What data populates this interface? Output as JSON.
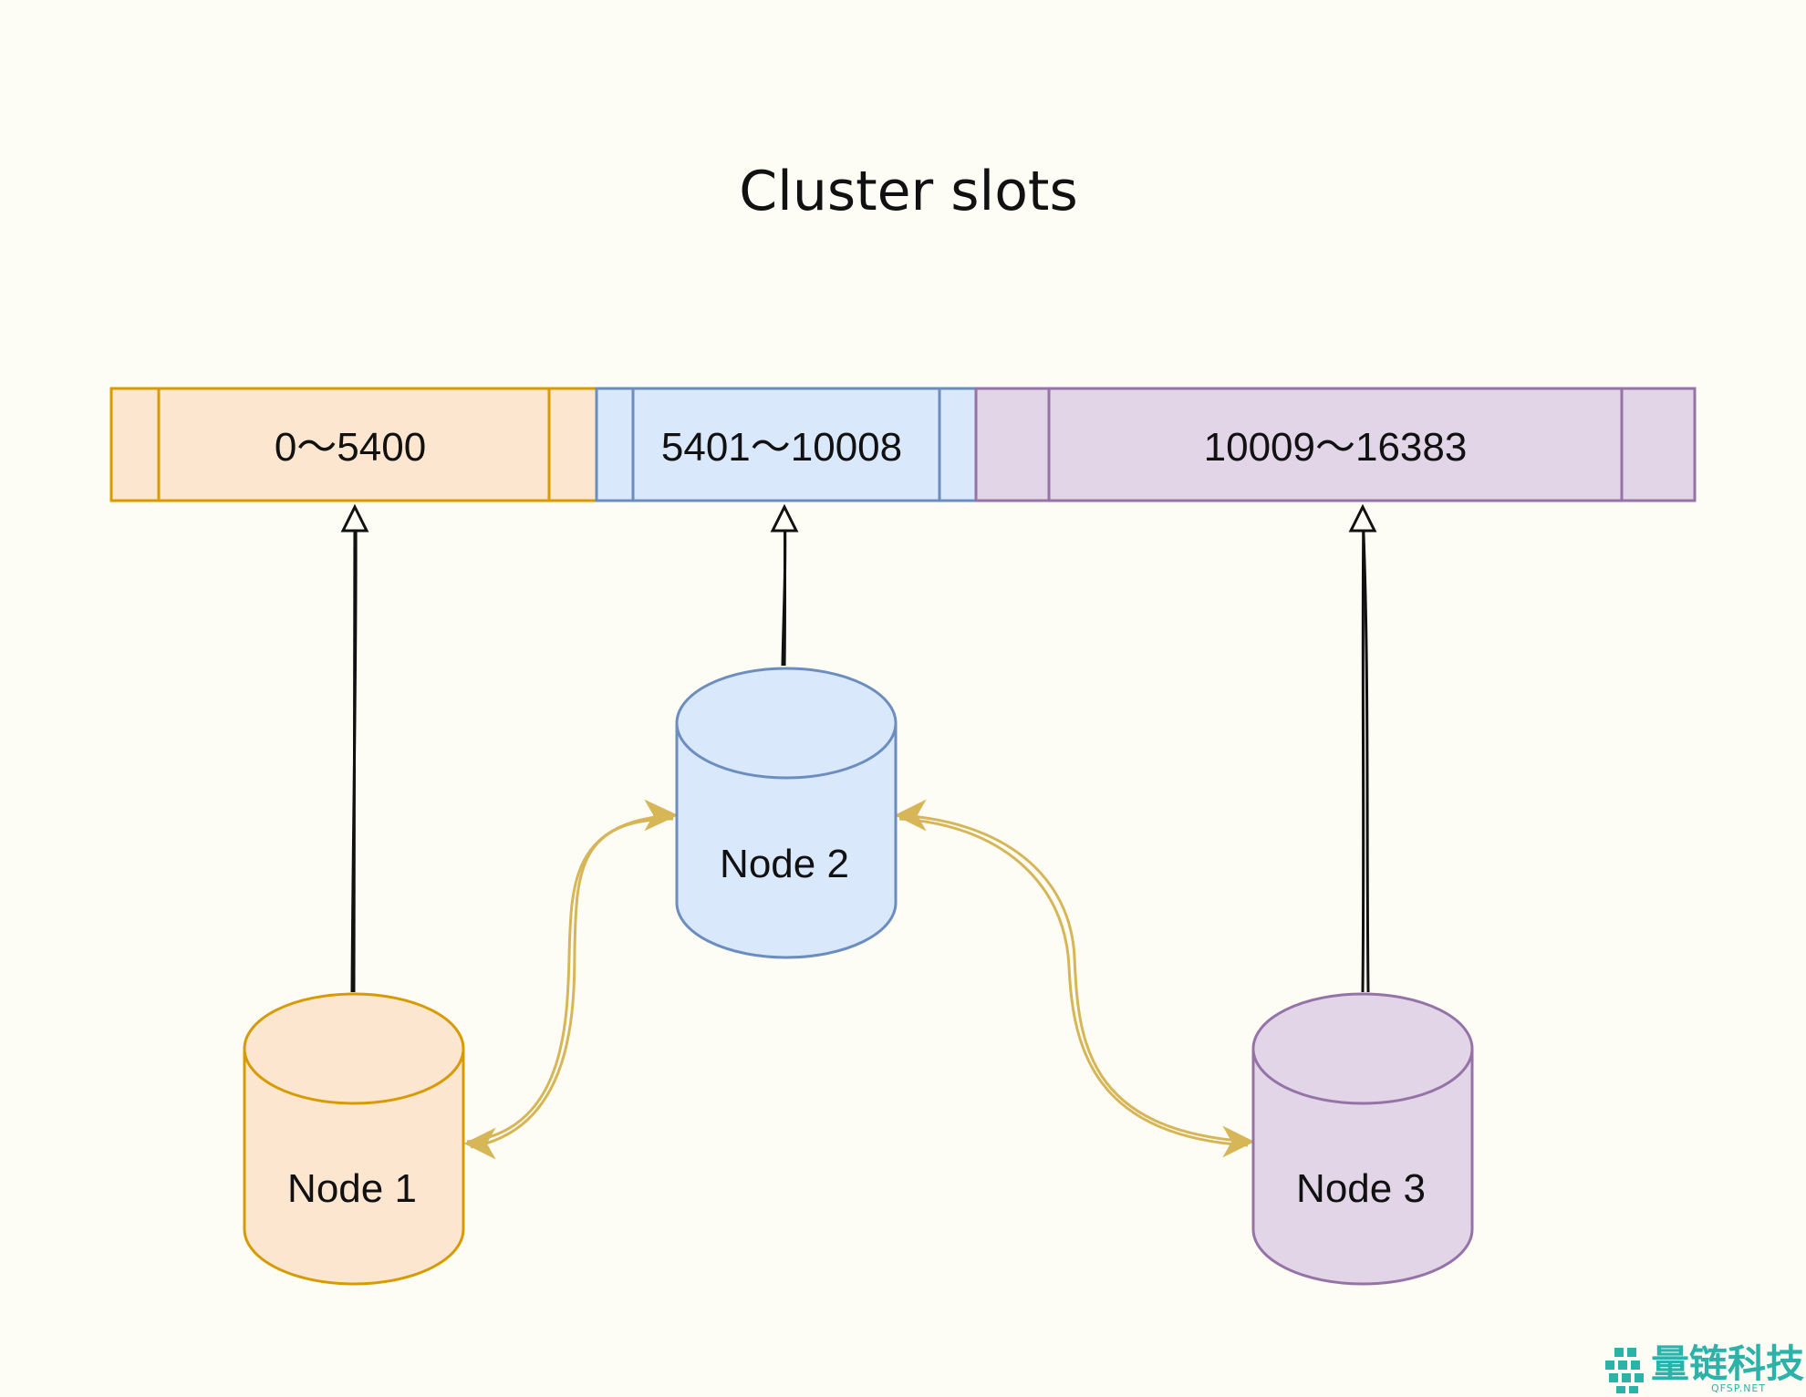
{
  "diagram": {
    "title": "Cluster slots",
    "slot_ranges": [
      {
        "label": "0～5400",
        "node": "Node 1"
      },
      {
        "label": "5401～10008",
        "node": "Node 2"
      },
      {
        "label": "10009～16383",
        "node": "Node 3"
      }
    ],
    "nodes": [
      {
        "label": "Node 1"
      },
      {
        "label": "Node 2"
      },
      {
        "label": "Node 3"
      }
    ],
    "connections": [
      {
        "from": "Node 1",
        "to": "Node 2",
        "bidirectional": true
      },
      {
        "from": "Node 2",
        "to": "Node 3",
        "bidirectional": true
      }
    ],
    "colors": {
      "background": "#fdfdf6",
      "node1_fill": "#fde6d0",
      "node1_stroke": "#d79b00",
      "node2_fill": "#dae8fc",
      "node2_stroke": "#6c8ebf",
      "node3_fill": "#e1d5e7",
      "node3_stroke": "#9673a6",
      "link": "#d6b656",
      "arrow": "#111111"
    }
  },
  "watermark": {
    "text": "量链科技",
    "subtext": "QFSP.NET"
  }
}
